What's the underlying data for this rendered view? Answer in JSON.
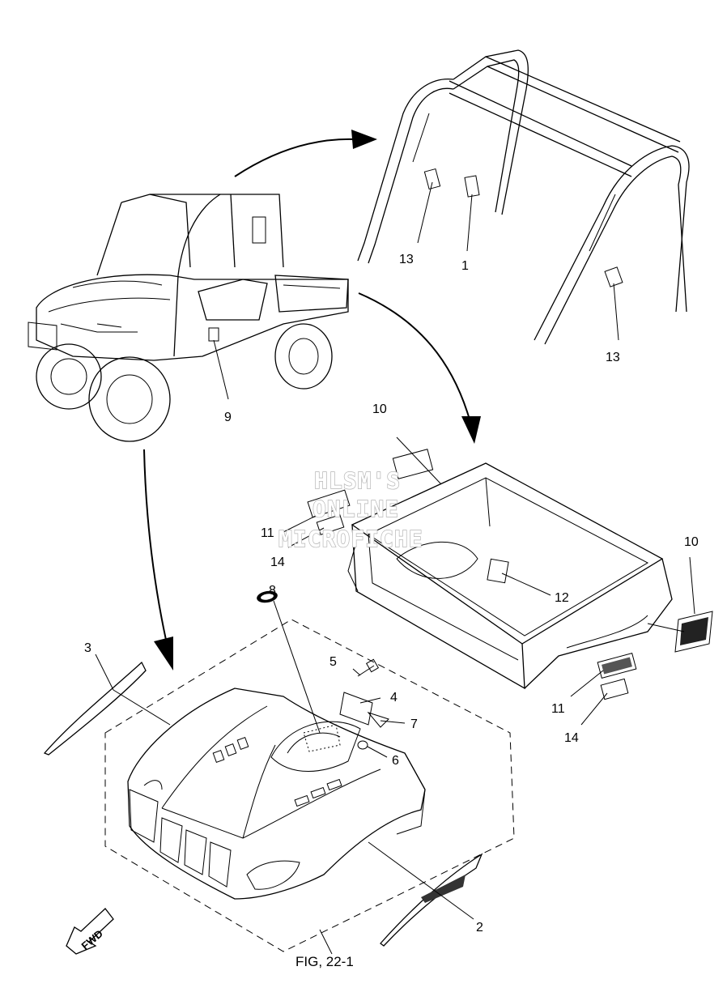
{
  "figure_reference": "FIG, 22-1",
  "direction_marker": "FWD",
  "watermark": {
    "line1": "HLSM'S",
    "line2": "ONLINE",
    "line3": "MICROFICHE"
  },
  "callouts": {
    "c1": "1",
    "c2": "2",
    "c3": "3",
    "c4": "4",
    "c5": "5",
    "c6": "6",
    "c7": "7",
    "c8": "8",
    "c9": "9",
    "c10a": "10",
    "c10b": "10",
    "c11a": "11",
    "c11b": "11",
    "c12": "12",
    "c13a": "13",
    "c13b": "13",
    "c14a": "14",
    "c14b": "14"
  },
  "colors": {
    "ink": "#000000",
    "background": "#ffffff",
    "watermark_outline": "#b5b5b5"
  }
}
